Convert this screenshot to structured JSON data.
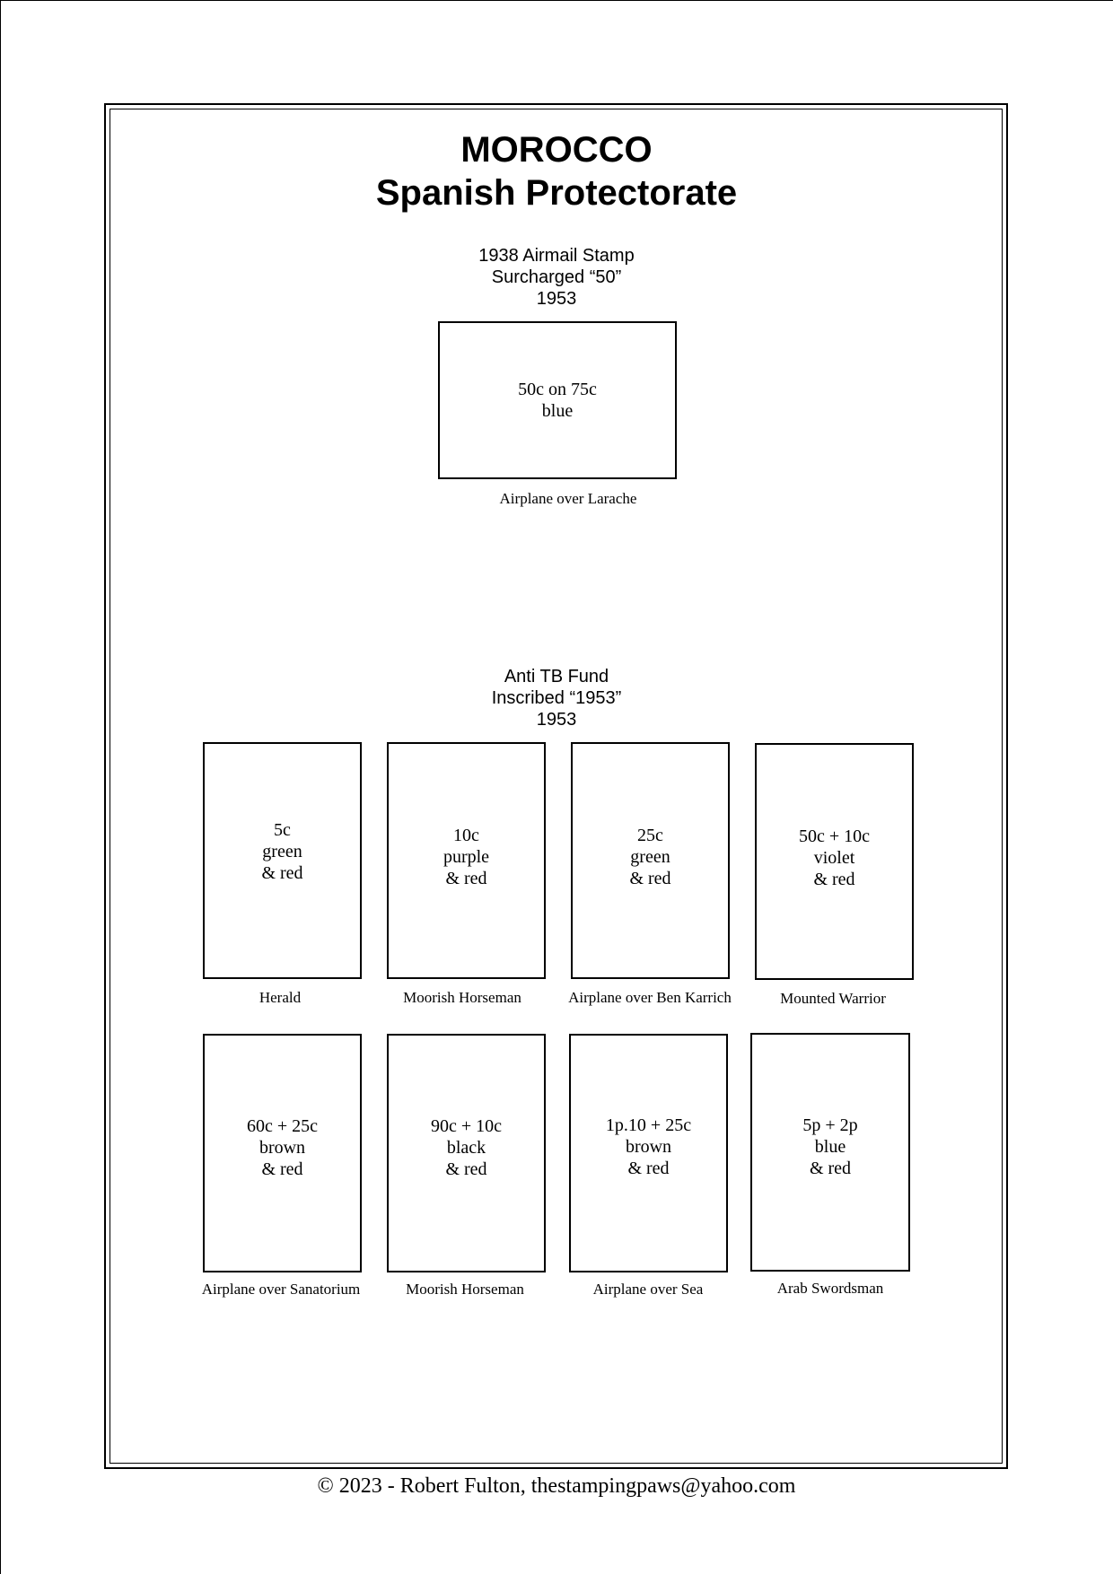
{
  "title": {
    "line1": "MOROCCO",
    "line2": "Spanish Protectorate"
  },
  "section1": {
    "heading": [
      "1938 Airmail Stamp",
      "Surcharged “50”",
      "1953"
    ],
    "stamps": [
      {
        "lines": [
          "50c on 75c",
          "blue"
        ],
        "caption": "Airplane over Larache"
      }
    ]
  },
  "section2": {
    "heading": [
      "Anti TB Fund",
      "Inscribed “1953”",
      "1953"
    ],
    "stamps": [
      {
        "lines": [
          "5c",
          "green",
          "& red"
        ],
        "caption": "Herald"
      },
      {
        "lines": [
          "10c",
          "purple",
          "& red"
        ],
        "caption": "Moorish Horseman"
      },
      {
        "lines": [
          "25c",
          "green",
          "& red"
        ],
        "caption": "Airplane over Ben Karrich"
      },
      {
        "lines": [
          "50c + 10c",
          "violet",
          "& red"
        ],
        "caption": "Mounted Warrior"
      },
      {
        "lines": [
          "60c + 25c",
          "brown",
          "& red"
        ],
        "caption": "Airplane over Sanatorium"
      },
      {
        "lines": [
          "90c + 10c",
          "black",
          "& red"
        ],
        "caption": "Moorish Horseman"
      },
      {
        "lines": [
          "1p.10 + 25c",
          "brown",
          "& red"
        ],
        "caption": "Airplane over Sea"
      },
      {
        "lines": [
          "5p + 2p",
          "blue",
          "& red"
        ],
        "caption": "Arab Swordsman"
      }
    ]
  },
  "footer": "© 2023 -  Robert Fulton, thestampingpaws@yahoo.com"
}
